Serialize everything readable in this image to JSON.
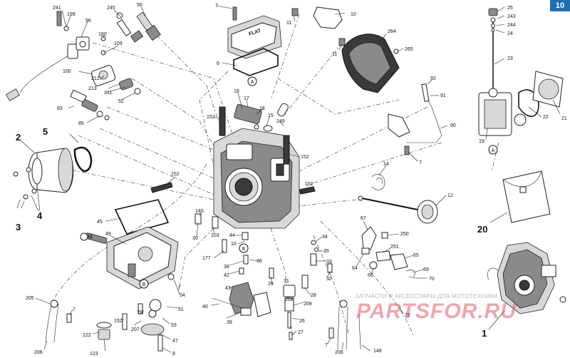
{
  "page_tab": "10",
  "watermark": {
    "caption": "ЗАПЧАСТИ И АКСЕССУАРЫ ДЛЯ МОТОТЕХНИКИ",
    "logo": "PARTSFOR.RU"
  },
  "circle_letters": {
    "a": "A",
    "b": "B"
  },
  "part_numbers": {
    "p241": "241",
    "p199": "199",
    "p96": "96",
    "p245": "245",
    "p55": "55",
    "p180": "180",
    "p109": "109",
    "p100": "100",
    "p212": "212",
    "p213": "213",
    "p211": "211",
    "p52a": "52",
    "p83": "83",
    "p85": "85",
    "p7a": "7",
    "p6": "6",
    "p11a": "11",
    "p10": "10",
    "p11b": "11",
    "p264": "264",
    "p265": "265",
    "p25": "25",
    "p243": "243",
    "p244": "244",
    "p24": "24",
    "p23": "23",
    "p18": "18",
    "p17": "17",
    "p16": "16",
    "p15": "15",
    "p249": "249",
    "p152a": "152",
    "p152b": "152",
    "p92": "92",
    "p91": "91",
    "p90": "90",
    "p22": "22",
    "p21": "21",
    "p19": "19",
    "p7b": "7",
    "p14": "14",
    "p12": "12",
    "p152c": "152",
    "p152d": "152",
    "p45": "45",
    "p46": "46",
    "p49": "49",
    "p140": "140",
    "p30": "30",
    "p103": "103",
    "p177": "177",
    "p44": "44",
    "p10c": "10",
    "p38": "38",
    "p42": "42",
    "p36": "36",
    "p43": "43",
    "p34": "34",
    "p35": "35",
    "p33": "33",
    "p32": "32",
    "p31": "31",
    "p29": "29",
    "p28": "28",
    "p67": "67",
    "p250": "250",
    "p64": "64",
    "p251": "251",
    "p65": "65",
    "p66": "66",
    "p69": "69",
    "p70": "70",
    "p54": "54",
    "p7c": "7",
    "p51": "51",
    "p52b": "52",
    "p53": "53",
    "p47": "47",
    "p8": "8",
    "p40": "40",
    "p39": "39",
    "p208": "208",
    "p209": "209",
    "p26": "26",
    "p27": "27",
    "p205": "205",
    "p7d": "7",
    "p122": "122",
    "p152e": "152",
    "p207": "207",
    "p123": "123",
    "p206a": "206",
    "p7e": "7",
    "p206b": "206",
    "p148": "148",
    "p72": "72"
  },
  "callouts": {
    "c1": "1",
    "c2": "2",
    "c3": "3",
    "c4": "4",
    "c5": "5",
    "c20": "20"
  }
}
